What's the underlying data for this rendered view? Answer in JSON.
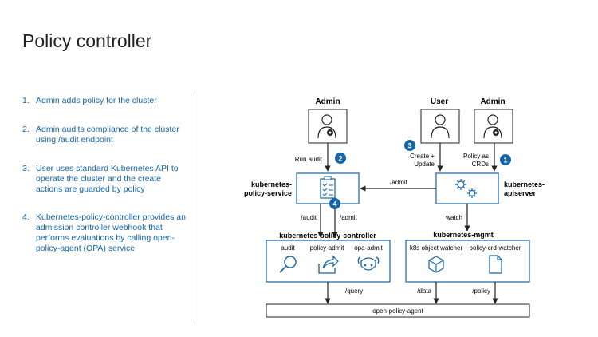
{
  "title": "Policy controller",
  "steps": [
    {
      "num": "1.",
      "text": "Admin adds policy for the cluster"
    },
    {
      "num": "2.",
      "text": "Admin audits compliance of the cluster using /audit endpoint"
    },
    {
      "num": "3.",
      "text": "User uses standard Kubernetes API to operate the cluster and the create actions are guarded by policy"
    },
    {
      "num": "4.",
      "text": "Kubernetes-policy-controller provides an admission controller webhook that performs evaluations by calling open-policy-agent (OPA) service"
    }
  ],
  "diagram": {
    "actors": {
      "admin_left": "Admin",
      "user": "User",
      "admin_right": "Admin"
    },
    "arrow_labels": {
      "run_audit": "Run audit",
      "create_update_1": "Create +",
      "create_update_2": "Update",
      "policy_as_1": "Policy as",
      "policy_as_2": "CRDs",
      "admit_top": "/admit",
      "audit": "/audit",
      "admit": "/admit",
      "watch": "watch",
      "query": "/query",
      "data": "/data",
      "policy": "/policy"
    },
    "badges": {
      "b1": "1",
      "b2": "2",
      "b3": "3",
      "b4": "4"
    },
    "components": {
      "policy_service_1": "kubernetes-",
      "policy_service_2": "policy-service",
      "apiserver_1": "kubernetes-",
      "apiserver_2": "apiserver",
      "policy_controller": "kubernetes-policy-controller",
      "mgmt": "kubernetes-mgmt",
      "opa": "open-policy-agent"
    },
    "sub_items": {
      "audit": "audit",
      "policy_admit": "policy-admit",
      "opa_admit": "opa-admit",
      "k8s_watcher": "k8s object watcher",
      "crd_watcher": "policy-crd-watcher"
    },
    "colors": {
      "accent": "#1565a8",
      "line": "#222222",
      "box_border": "#1565a8"
    }
  }
}
